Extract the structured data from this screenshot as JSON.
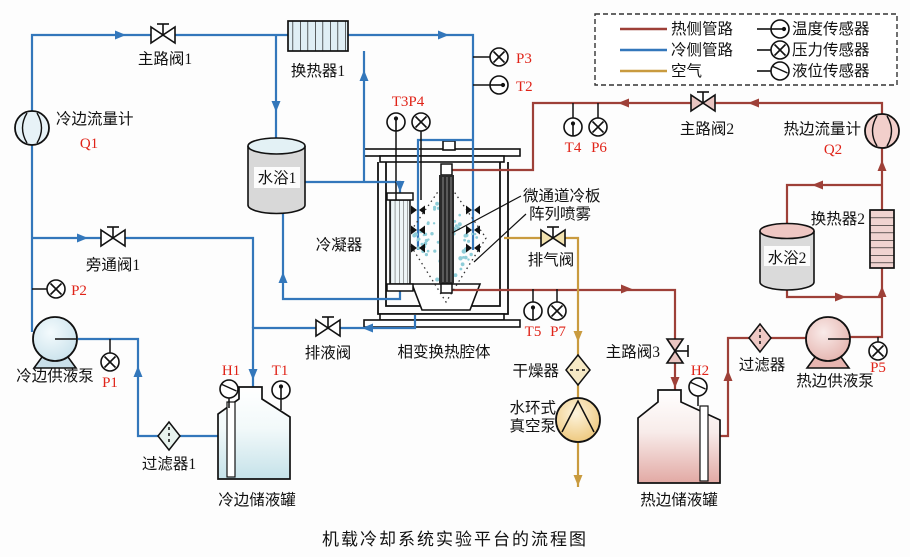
{
  "colors": {
    "hot_pipe": "#9e4038",
    "cold_pipe": "#3377bb",
    "air_pipe": "#c99b3f",
    "sensor_tag": "#e02318"
  },
  "legend": {
    "pipes": [
      {
        "label": "热侧管路"
      },
      {
        "label": "冷侧管路"
      },
      {
        "label": "空气"
      }
    ],
    "sensors": [
      {
        "label": "温度传感器"
      },
      {
        "label": "压力传感器"
      },
      {
        "label": "液位传感器"
      }
    ]
  },
  "components": {
    "main_valve_1": "主路阀1",
    "heat_exchanger_1": "换热器1",
    "cold_flow_meter": "冷边流量计",
    "water_bath_1": "水浴1",
    "condenser": "冷凝器",
    "bypass_valve_1": "旁通阀1",
    "cold_supply_pump": "冷边供液泵",
    "filter_1": "过滤器1",
    "cold_tank": "冷边储液罐",
    "drain_valve": "排液阀",
    "chamber": "相变换热腔体",
    "spray_label_1": "微通道冷板",
    "spray_label_2": "阵列喷雾",
    "exhaust_valve": "排气阀",
    "dryer": "干燥器",
    "vacuum_pump_1": "水环式",
    "vacuum_pump_2": "真空泵",
    "main_valve_3": "主路阀3",
    "hot_tank": "热边储液罐",
    "filter_hot": "过滤器",
    "hot_supply_pump": "热边供液泵",
    "main_valve_2": "主路阀2",
    "hot_flow_meter": "热边流量计",
    "heat_exchanger_2": "换热器2",
    "water_bath_2": "水浴2"
  },
  "tags": {
    "q1": "Q1",
    "q2": "Q2",
    "p1": "P1",
    "p2": "P2",
    "p3": "P3",
    "p4_t3": "T3P4",
    "p5": "P5",
    "p6": "P6",
    "p7": "P7",
    "t1": "T1",
    "t2": "T2",
    "t4": "T4",
    "t5": "T5",
    "h1": "H1",
    "h2": "H2"
  },
  "caption": "机载冷却系统实验平台的流程图"
}
